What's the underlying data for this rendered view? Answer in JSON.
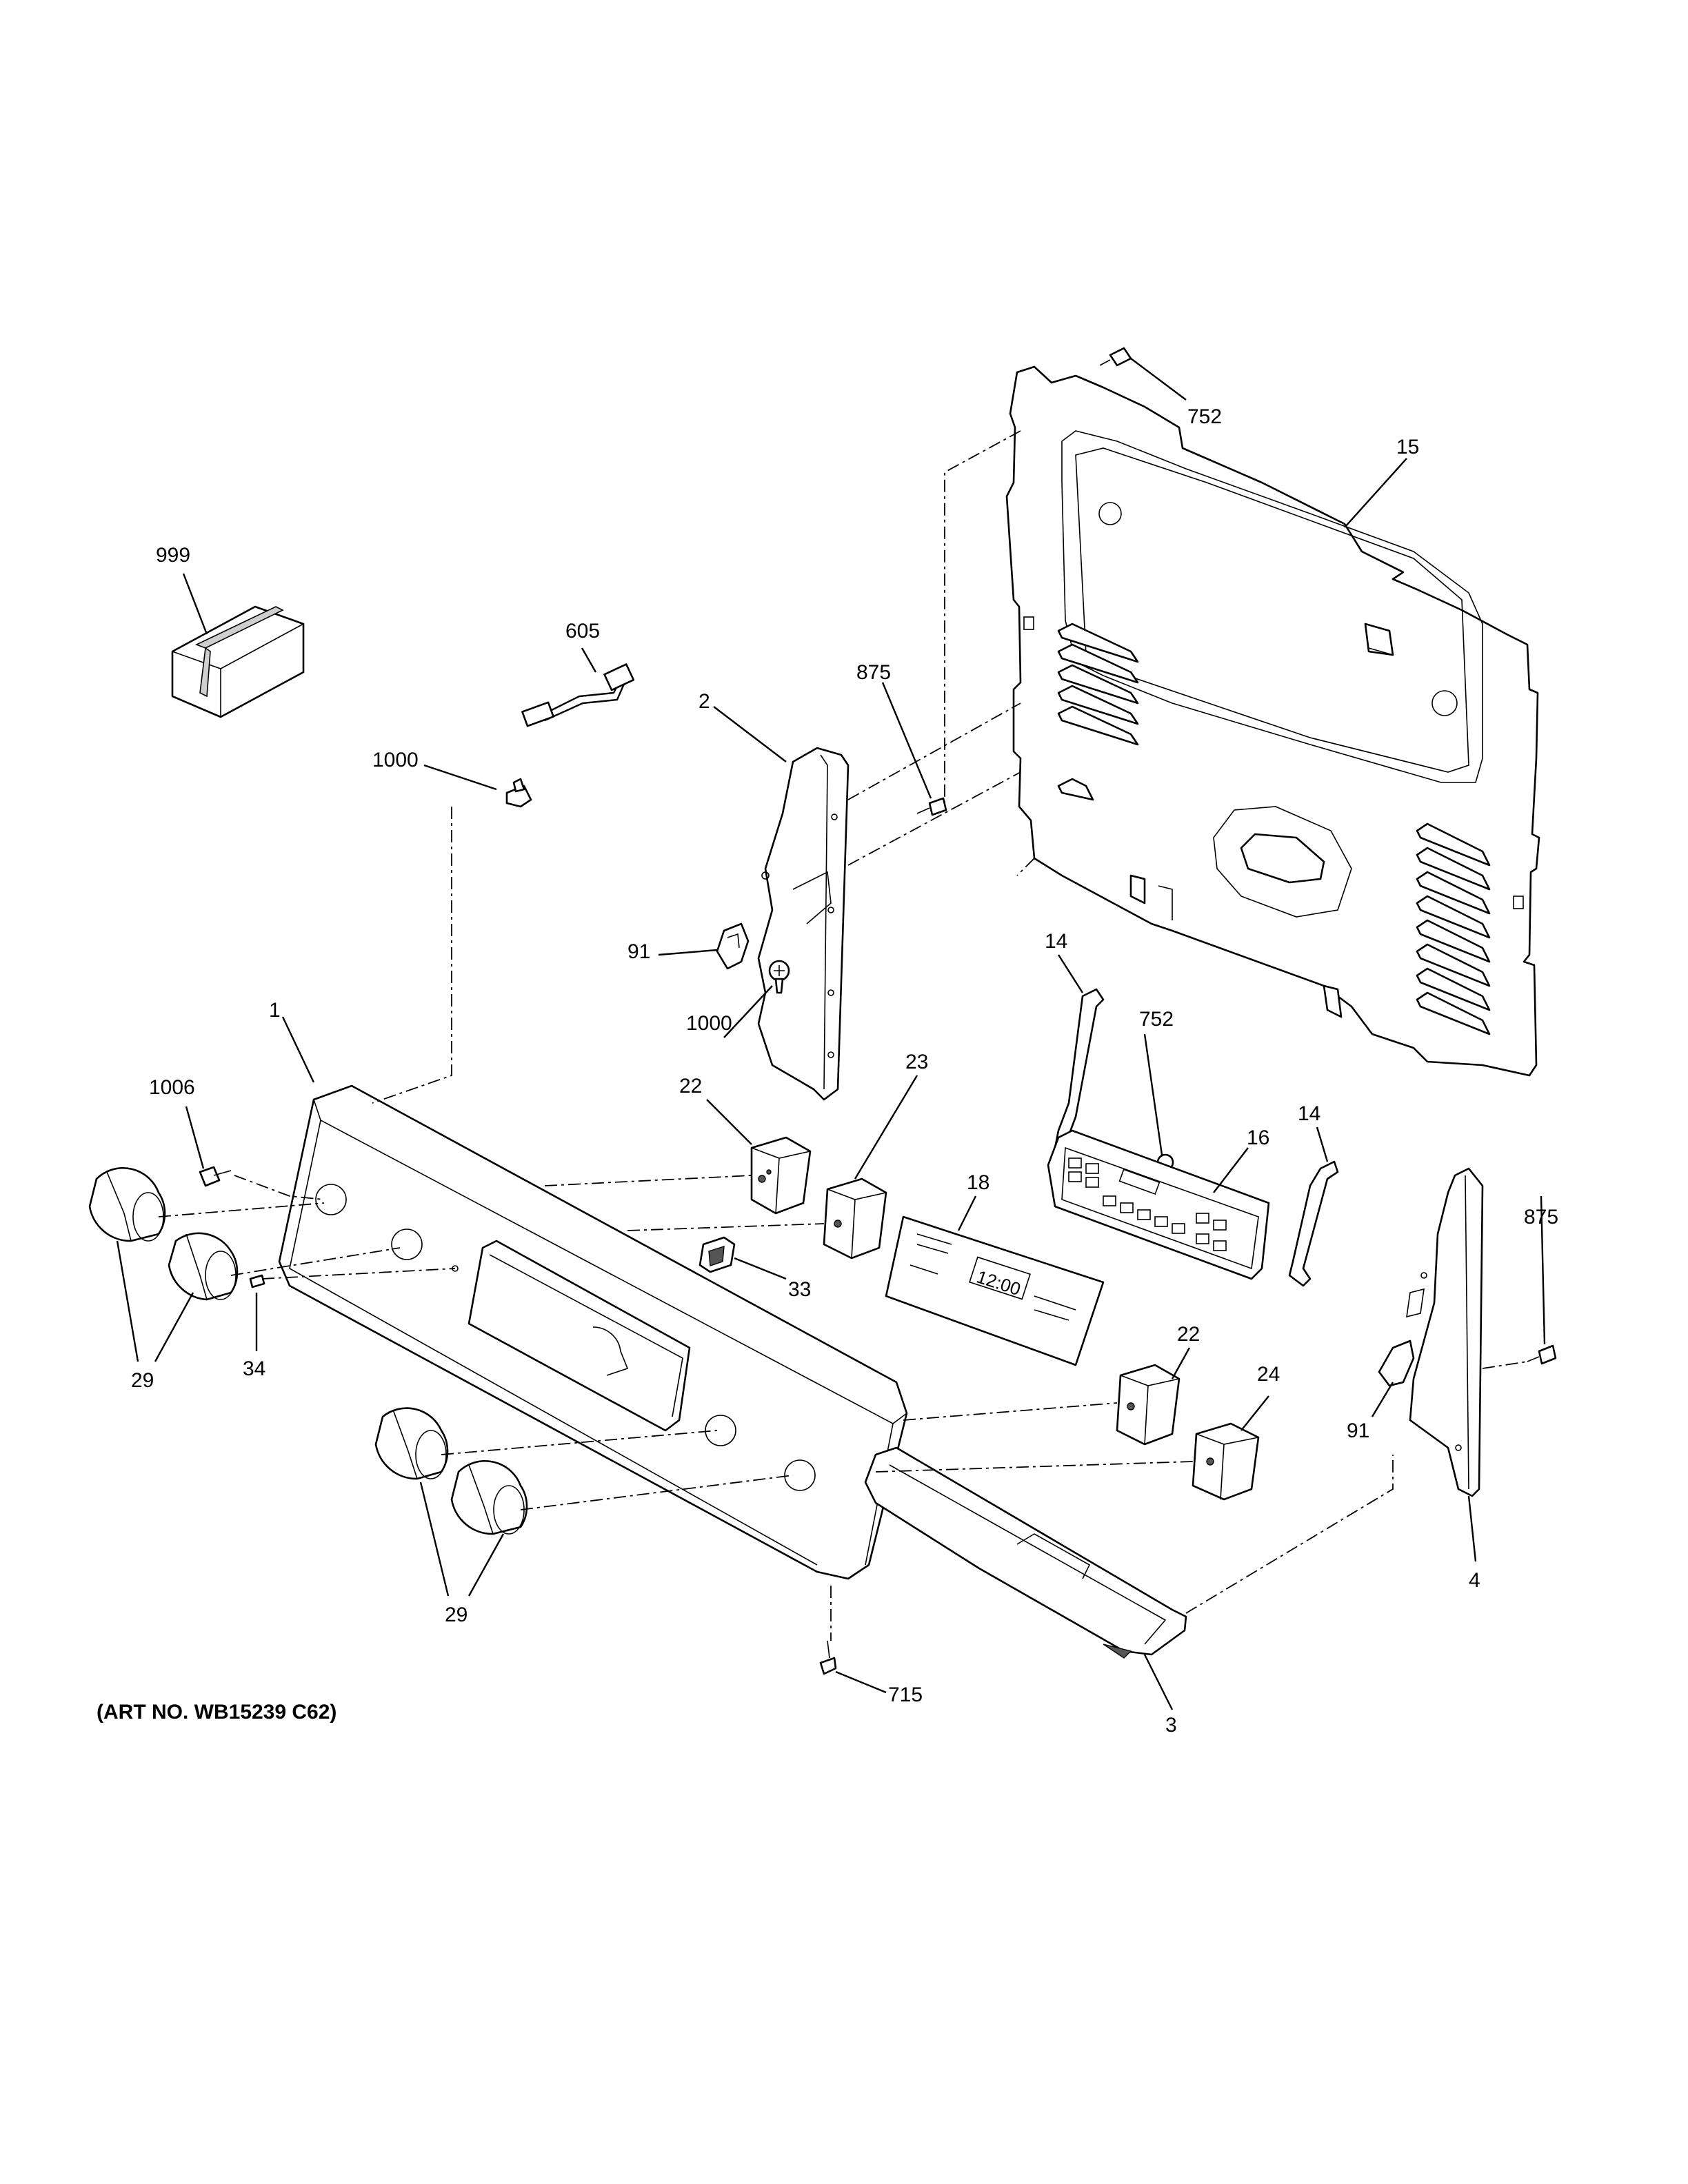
{
  "callouts": {
    "c999": "999",
    "c605": "605",
    "c1000a": "1000",
    "c1000b": "1000",
    "c2": "2",
    "c875a": "875",
    "c875b": "875",
    "c752a": "752",
    "c752b": "752",
    "c15": "15",
    "c91a": "91",
    "c91b": "91",
    "c1": "1",
    "c1006": "1006",
    "c22a": "22",
    "c22b": "22",
    "c23": "23",
    "c14a": "14",
    "c14b": "14",
    "c16": "16",
    "c18": "18",
    "c33": "33",
    "c34": "34",
    "c29a": "29",
    "c29b": "29",
    "c24": "24",
    "c4": "4",
    "c3": "3",
    "c715": "715"
  },
  "display_text": "12:00",
  "art_number": "(ART NO. WB15239 C62)"
}
